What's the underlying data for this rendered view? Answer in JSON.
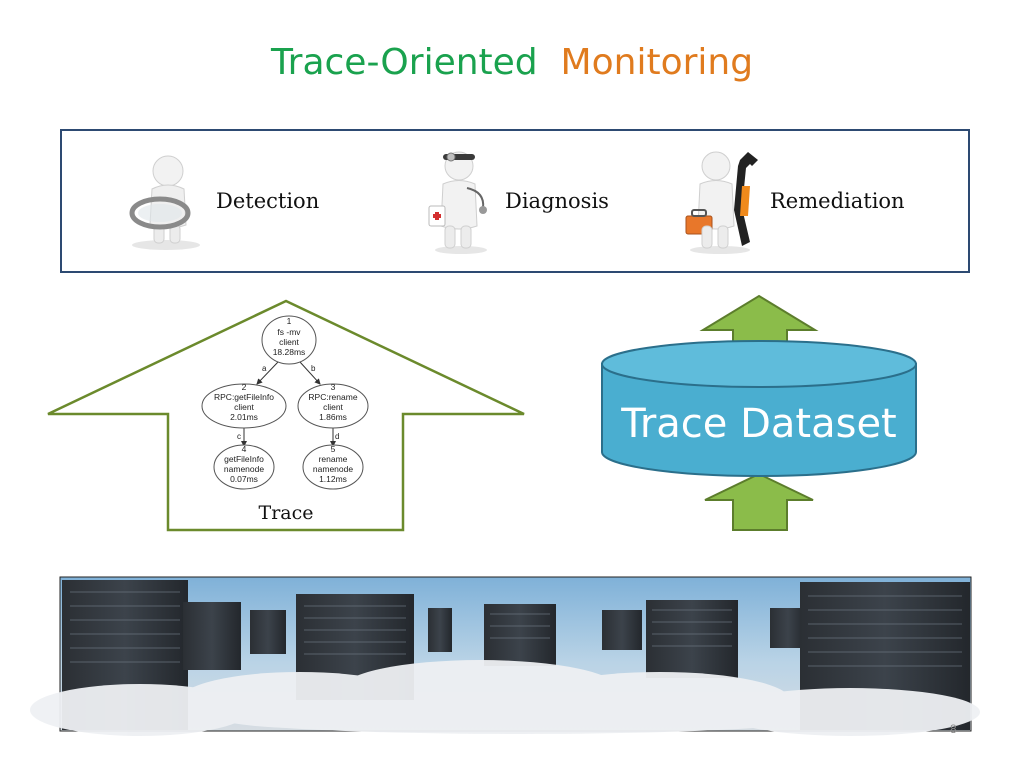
{
  "title": {
    "part1": "Trace-Oriented",
    "part2": "Monitoring"
  },
  "phases": [
    {
      "label": "Detection",
      "icon": "magnifier-figure-icon"
    },
    {
      "label": "Diagnosis",
      "icon": "doctor-figure-icon"
    },
    {
      "label": "Remediation",
      "icon": "wrench-figure-icon"
    }
  ],
  "trace": {
    "caption": "Trace",
    "nodes": [
      {
        "id": "1",
        "lines": [
          "fs -mv",
          "client",
          "18.28ms"
        ]
      },
      {
        "id": "2",
        "lines": [
          "RPC:getFileInfo",
          "client",
          "2.01ms"
        ]
      },
      {
        "id": "3",
        "lines": [
          "RPC:rename",
          "client",
          "1.86ms"
        ]
      },
      {
        "id": "4",
        "lines": [
          "getFileInfo",
          "namenode",
          "0.07ms"
        ]
      },
      {
        "id": "5",
        "lines": [
          "rename",
          "namenode",
          "1.12ms"
        ]
      }
    ],
    "edges": [
      {
        "label": "a",
        "from": "1",
        "to": "2"
      },
      {
        "label": "b",
        "from": "1",
        "to": "3"
      },
      {
        "label": "c",
        "from": "2",
        "to": "4"
      },
      {
        "label": "d",
        "from": "3",
        "to": "5"
      }
    ]
  },
  "dataset": {
    "label": "Trace Dataset"
  },
  "banner": {
    "description": "server-racks-in-clouds"
  },
  "page_number": "8",
  "colors": {
    "title_green": "#1aa24e",
    "title_orange": "#e07b1e",
    "box_border": "#2d4a72",
    "arrow_green": "#8bbc4a",
    "arrow_stroke": "#5c7d2c",
    "cylinder_fill": "#4aaed0",
    "cylinder_stroke": "#2b6f8b"
  }
}
